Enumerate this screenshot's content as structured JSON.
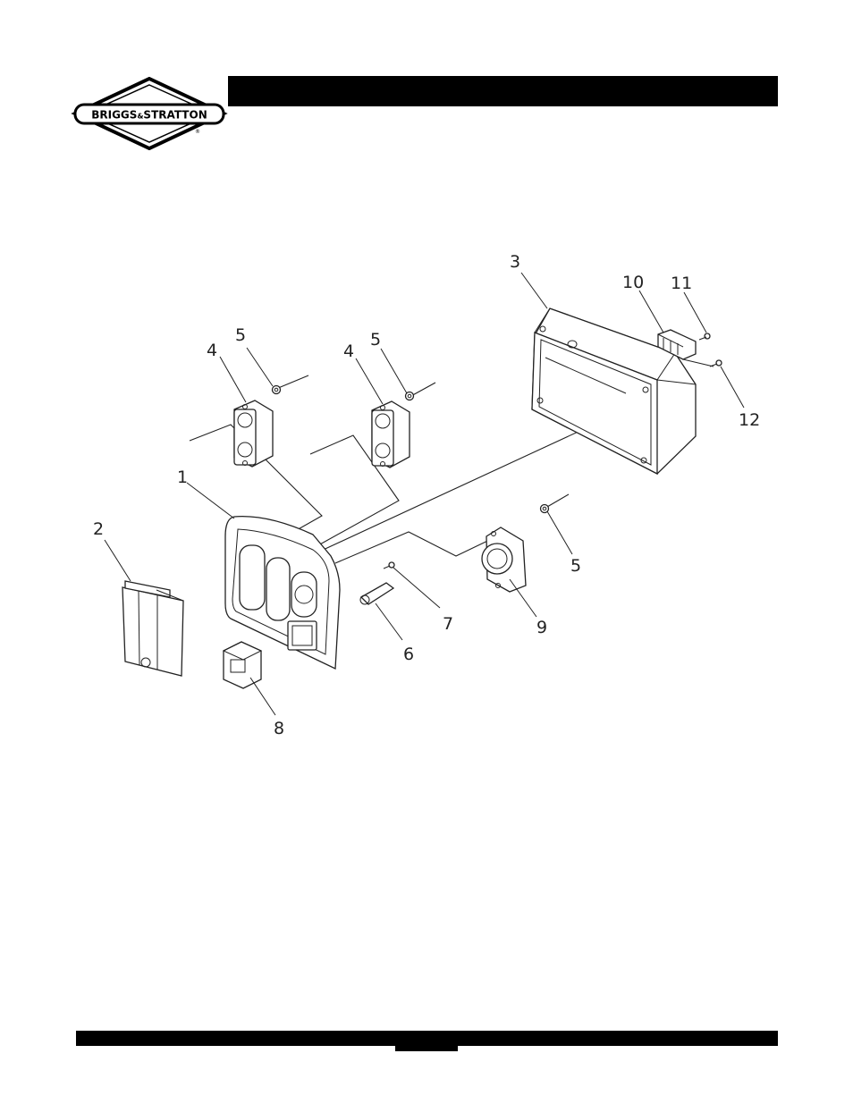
{
  "header": {
    "brand_left": "BRIGGS",
    "brand_amp": "&",
    "brand_right": "STRATTON",
    "registered_mark": "®"
  },
  "diagram": {
    "callouts": [
      {
        "id": "c1",
        "label": "1"
      },
      {
        "id": "c2",
        "label": "2"
      },
      {
        "id": "c3",
        "label": "3"
      },
      {
        "id": "c4a",
        "label": "4"
      },
      {
        "id": "c4b",
        "label": "4"
      },
      {
        "id": "c5a",
        "label": "5"
      },
      {
        "id": "c5b",
        "label": "5"
      },
      {
        "id": "c5c",
        "label": "5"
      },
      {
        "id": "c6",
        "label": "6"
      },
      {
        "id": "c7",
        "label": "7"
      },
      {
        "id": "c8",
        "label": "8"
      },
      {
        "id": "c9",
        "label": "9"
      },
      {
        "id": "c10",
        "label": "10"
      },
      {
        "id": "c11",
        "label": "11"
      },
      {
        "id": "c12",
        "label": "12"
      }
    ]
  },
  "colors": {
    "ink": "#000000",
    "background": "#ffffff"
  }
}
